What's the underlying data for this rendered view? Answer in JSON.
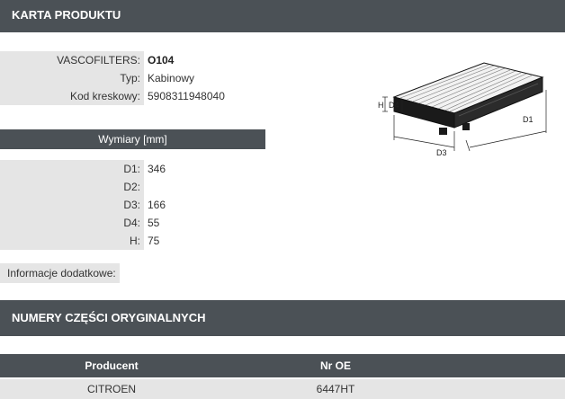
{
  "header": {
    "title": "KARTA PRODUKTU"
  },
  "product": [
    {
      "label": "VASCOFILTERS:",
      "value": "O104"
    },
    {
      "label": "Typ:",
      "value": "Kabinowy"
    },
    {
      "label": "Kod kreskowy:",
      "value": "5908311948040"
    }
  ],
  "dimensions": {
    "title": "Wymiary [mm]",
    "rows": [
      {
        "label": "D1:",
        "value": "346"
      },
      {
        "label": "D2:",
        "value": ""
      },
      {
        "label": "D3:",
        "value": "166"
      },
      {
        "label": "D4:",
        "value": "55"
      },
      {
        "label": "H:",
        "value": "75"
      }
    ]
  },
  "extra_info": {
    "label": "Informacje dodatkowe:"
  },
  "diagram": {
    "labels": {
      "h": "H",
      "d4": "D4",
      "d1": "D1",
      "d3": "D3"
    }
  },
  "oe": {
    "title": "NUMERY CZĘŚCI ORYGINALNYCH",
    "columns": [
      "Producent",
      "Nr OE"
    ],
    "rows": [
      {
        "producer": "CITROEN",
        "number": "6447HT"
      }
    ]
  }
}
